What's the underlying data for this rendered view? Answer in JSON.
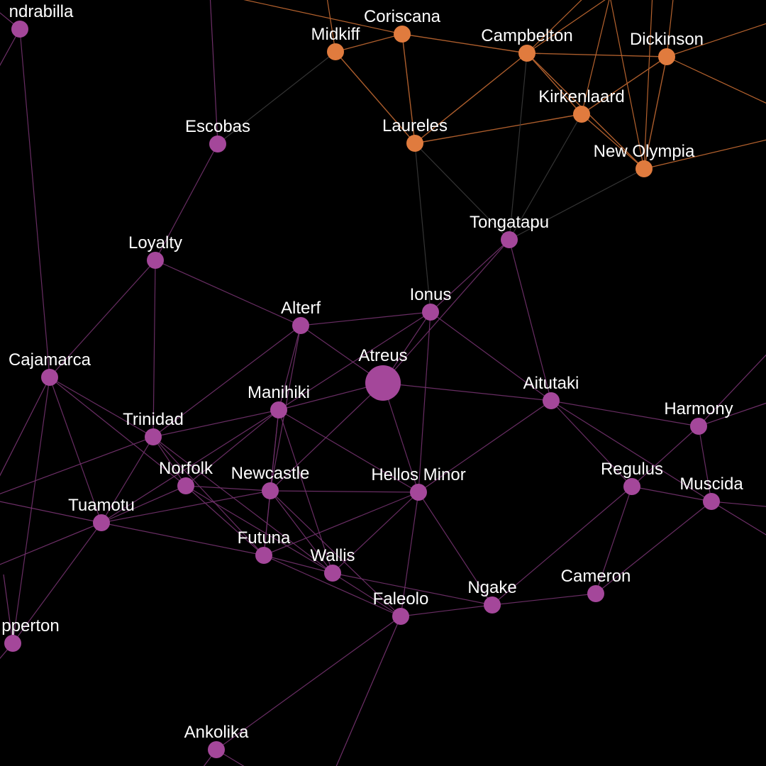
{
  "colors": {
    "background": "#000000",
    "cluster_purple": "#a4479a",
    "cluster_orange": "#e07b3e",
    "edge_purple": "#6e2f68",
    "edge_orange": "#b5622e",
    "edge_gray": "#3a3a3a",
    "label": "#ffffff"
  },
  "nodes": [
    {
      "id": "Ondrabilla",
      "label": "ndrabilla",
      "cluster": "purple"
    },
    {
      "id": "Coriscana",
      "label": "Coriscana",
      "cluster": "orange"
    },
    {
      "id": "Midkiff",
      "label": "Midkiff",
      "cluster": "orange"
    },
    {
      "id": "Campbelton",
      "label": "Campbelton",
      "cluster": "orange"
    },
    {
      "id": "Dickinson",
      "label": "Dickinson",
      "cluster": "orange"
    },
    {
      "id": "Kirkenlaard",
      "label": "Kirkenlaard",
      "cluster": "orange"
    },
    {
      "id": "Laureles",
      "label": "Laureles",
      "cluster": "orange"
    },
    {
      "id": "NewOlympia",
      "label": "New Olympia",
      "cluster": "orange"
    },
    {
      "id": "Escobas",
      "label": "Escobas",
      "cluster": "purple"
    },
    {
      "id": "Tongatapu",
      "label": "Tongatapu",
      "cluster": "purple"
    },
    {
      "id": "Loyalty",
      "label": "Loyalty",
      "cluster": "purple"
    },
    {
      "id": "Alterf",
      "label": "Alterf",
      "cluster": "purple"
    },
    {
      "id": "Ionus",
      "label": "Ionus",
      "cluster": "purple"
    },
    {
      "id": "Atreus",
      "label": "Atreus",
      "cluster": "purple",
      "size": "large"
    },
    {
      "id": "Cajamarca",
      "label": "Cajamarca",
      "cluster": "purple"
    },
    {
      "id": "Aitutaki",
      "label": "Aitutaki",
      "cluster": "purple"
    },
    {
      "id": "Manihiki",
      "label": "Manihiki",
      "cluster": "purple"
    },
    {
      "id": "Trinidad",
      "label": "Trinidad",
      "cluster": "purple"
    },
    {
      "id": "Harmony",
      "label": "Harmony",
      "cluster": "purple"
    },
    {
      "id": "Norfolk",
      "label": "Norfolk",
      "cluster": "purple"
    },
    {
      "id": "Newcastle",
      "label": "Newcastle",
      "cluster": "purple"
    },
    {
      "id": "HellosMinor",
      "label": "Hellos Minor",
      "cluster": "purple"
    },
    {
      "id": "Regulus",
      "label": "Regulus",
      "cluster": "purple"
    },
    {
      "id": "Muscida",
      "label": "Muscida",
      "cluster": "purple"
    },
    {
      "id": "Tuamotu",
      "label": "Tuamotu",
      "cluster": "purple"
    },
    {
      "id": "Futuna",
      "label": "Futuna",
      "cluster": "purple"
    },
    {
      "id": "Wallis",
      "label": "Wallis",
      "cluster": "purple"
    },
    {
      "id": "Cameron",
      "label": "Cameron",
      "cluster": "purple"
    },
    {
      "id": "Ngake",
      "label": "Ngake",
      "cluster": "purple"
    },
    {
      "id": "Faleolo",
      "label": "Faleolo",
      "cluster": "purple"
    },
    {
      "id": "Clipperton",
      "label": "pperton",
      "cluster": "purple"
    },
    {
      "id": "Ankolika",
      "label": "Ankolika",
      "cluster": "purple"
    }
  ],
  "edges": [
    [
      "Midkiff",
      "Coriscana",
      "orange"
    ],
    [
      "Coriscana",
      "Campbelton",
      "orange"
    ],
    [
      "Coriscana",
      "Laureles",
      "orange"
    ],
    [
      "Midkiff",
      "Laureles",
      "orange"
    ],
    [
      "Campbelton",
      "Dickinson",
      "orange"
    ],
    [
      "Campbelton",
      "Kirkenlaard",
      "orange"
    ],
    [
      "Campbelton",
      "Laureles",
      "orange"
    ],
    [
      "Campbelton",
      "NewOlympia",
      "orange"
    ],
    [
      "Dickinson",
      "Kirkenlaard",
      "orange"
    ],
    [
      "Dickinson",
      "NewOlympia",
      "orange"
    ],
    [
      "Kirkenlaard",
      "NewOlympia",
      "orange"
    ],
    [
      "Kirkenlaard",
      "Laureles",
      "orange"
    ],
    [
      "Midkiff",
      "Escobas",
      "gray"
    ],
    [
      "Laureles",
      "Tongatapu",
      "gray"
    ],
    [
      "Laureles",
      "Ionus",
      "gray"
    ],
    [
      "Campbelton",
      "Tongatapu",
      "gray"
    ],
    [
      "Kirkenlaard",
      "Tongatapu",
      "gray"
    ],
    [
      "NewOlympia",
      "Tongatapu",
      "gray"
    ],
    [
      "Escobas",
      "Loyalty",
      "purple"
    ],
    [
      "Loyalty",
      "Alterf",
      "purple"
    ],
    [
      "Loyalty",
      "Cajamarca",
      "purple"
    ],
    [
      "Loyalty",
      "Trinidad",
      "purple"
    ],
    [
      "Alterf",
      "Ionus",
      "purple"
    ],
    [
      "Alterf",
      "Atreus",
      "purple"
    ],
    [
      "Alterf",
      "Manihiki",
      "purple"
    ],
    [
      "Alterf",
      "Trinidad",
      "purple"
    ],
    [
      "Alterf",
      "Newcastle",
      "purple"
    ],
    [
      "Ionus",
      "Tongatapu",
      "purple"
    ],
    [
      "Ionus",
      "Atreus",
      "purple"
    ],
    [
      "Ionus",
      "Aitutaki",
      "purple"
    ],
    [
      "Ionus",
      "HellosMinor",
      "purple"
    ],
    [
      "Ionus",
      "Manihiki",
      "purple"
    ],
    [
      "Tongatapu",
      "Atreus",
      "purple"
    ],
    [
      "Tongatapu",
      "Aitutaki",
      "purple"
    ],
    [
      "Atreus",
      "Aitutaki",
      "purple"
    ],
    [
      "Atreus",
      "Manihiki",
      "purple"
    ],
    [
      "Atreus",
      "HellosMinor",
      "purple"
    ],
    [
      "Atreus",
      "Newcastle",
      "purple"
    ],
    [
      "Aitutaki",
      "Harmony",
      "purple"
    ],
    [
      "Aitutaki",
      "Regulus",
      "purple"
    ],
    [
      "Aitutaki",
      "Muscida",
      "purple"
    ],
    [
      "Aitutaki",
      "HellosMinor",
      "purple"
    ],
    [
      "Harmony",
      "Regulus",
      "purple"
    ],
    [
      "Harmony",
      "Muscida",
      "purple"
    ],
    [
      "Regulus",
      "Muscida",
      "purple"
    ],
    [
      "Regulus",
      "Cameron",
      "purple"
    ],
    [
      "Regulus",
      "Ngake",
      "purple"
    ],
    [
      "Muscida",
      "Cameron",
      "purple"
    ],
    [
      "Manihiki",
      "Trinidad",
      "purple"
    ],
    [
      "Manihiki",
      "Norfolk",
      "purple"
    ],
    [
      "Manihiki",
      "Newcastle",
      "purple"
    ],
    [
      "Manihiki",
      "HellosMinor",
      "purple"
    ],
    [
      "Manihiki",
      "Futuna",
      "purple"
    ],
    [
      "Manihiki",
      "Wallis",
      "purple"
    ],
    [
      "Cajamarca",
      "Trinidad",
      "purple"
    ],
    [
      "Cajamarca",
      "Tuamotu",
      "purple"
    ],
    [
      "Cajamarca",
      "Norfolk",
      "purple"
    ],
    [
      "Trinidad",
      "Norfolk",
      "purple"
    ],
    [
      "Trinidad",
      "Tuamotu",
      "purple"
    ],
    [
      "Trinidad",
      "Futuna",
      "purple"
    ],
    [
      "Trinidad",
      "Wallis",
      "purple"
    ],
    [
      "Norfolk",
      "Newcastle",
      "purple"
    ],
    [
      "Norfolk",
      "Tuamotu",
      "purple"
    ],
    [
      "Norfolk",
      "Futuna",
      "purple"
    ],
    [
      "Norfolk",
      "Wallis",
      "purple"
    ],
    [
      "Newcastle",
      "HellosMinor",
      "purple"
    ],
    [
      "Newcastle",
      "Futuna",
      "purple"
    ],
    [
      "Newcastle",
      "Wallis",
      "purple"
    ],
    [
      "Newcastle",
      "Faleolo",
      "purple"
    ],
    [
      "Newcastle",
      "Tuamotu",
      "purple"
    ],
    [
      "HellosMinor",
      "Futuna",
      "purple"
    ],
    [
      "HellosMinor",
      "Wallis",
      "purple"
    ],
    [
      "HellosMinor",
      "Ngake",
      "purple"
    ],
    [
      "HellosMinor",
      "Faleolo",
      "purple"
    ],
    [
      "Tuamotu",
      "Futuna",
      "purple"
    ],
    [
      "Tuamotu",
      "Clipperton",
      "purple"
    ],
    [
      "Futuna",
      "Wallis",
      "purple"
    ],
    [
      "Futuna",
      "Faleolo",
      "purple"
    ],
    [
      "Wallis",
      "Faleolo",
      "purple"
    ],
    [
      "Wallis",
      "Ngake",
      "purple"
    ],
    [
      "Ngake",
      "Faleolo",
      "purple"
    ],
    [
      "Ngake",
      "Cameron",
      "purple"
    ],
    [
      "Faleolo",
      "Ankolika",
      "purple"
    ],
    [
      "Ondrabilla",
      "Cajamarca",
      "purple"
    ],
    [
      "Cajamarca",
      "Clipperton",
      "purple"
    ],
    [
      "Tuamotu",
      "Manihiki",
      "purple"
    ]
  ]
}
